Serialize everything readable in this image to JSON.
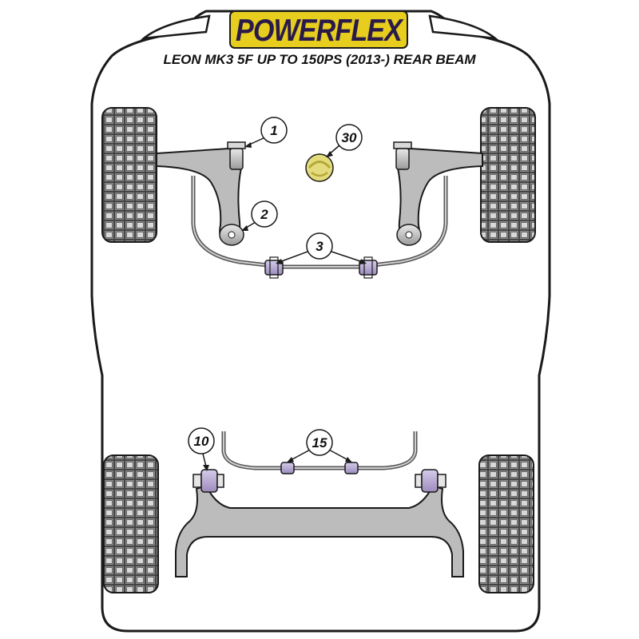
{
  "header": {
    "brand": "POWERFLEX",
    "subtitle": "LEON MK3 5F UP TO 150PS (2013-) REAR BEAM"
  },
  "callouts": {
    "c1": "1",
    "c2": "2",
    "c3": "3",
    "c30": "30",
    "c10": "10",
    "c15": "15"
  },
  "colors": {
    "brand_yellow": "#e6cd1e",
    "brand_text": "#2a1a4a",
    "bush_purple": "#b9abd0",
    "bush_yellow": "#e4dc7c",
    "arm_grey": "#bcbcbc",
    "tyre_dark": "#5a5a5a",
    "outline": "#1a1a1a"
  },
  "icons": {
    "tyre": "tyre-icon",
    "bush": "bush-icon",
    "engine_mount": "engine-mount-icon"
  }
}
